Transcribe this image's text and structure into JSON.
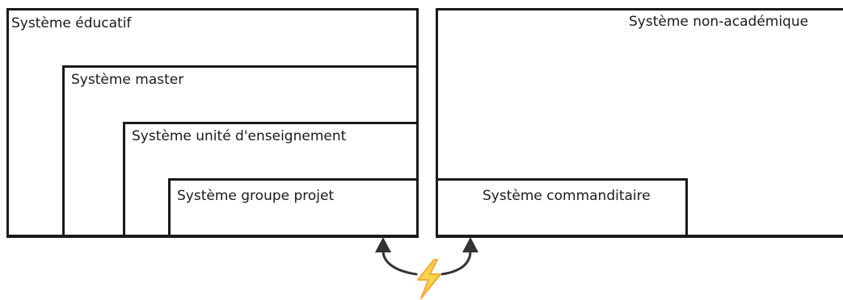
{
  "educational_system": {
    "label": "Système éducatif",
    "master": {
      "label": "Système master",
      "teaching_unit": {
        "label": "Système unité d'enseignement",
        "project_group": {
          "label": "Système groupe projet"
        }
      }
    }
  },
  "non_academic_system": {
    "label": "Système non-académique",
    "sponsor": {
      "label": "Système commanditaire"
    }
  },
  "interaction": {
    "icon": "lightning-bolt-icon",
    "arrow_color": "#333333",
    "bolt_colors": [
      "#f7d64a",
      "#f2a93b"
    ]
  }
}
